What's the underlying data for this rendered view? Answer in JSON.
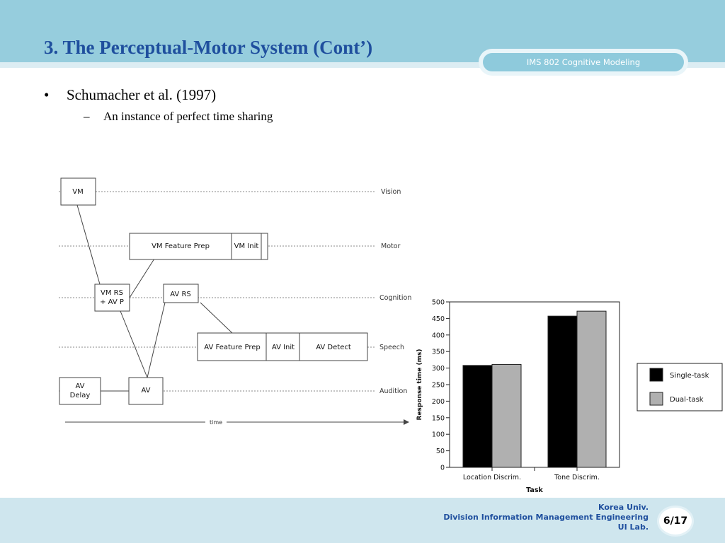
{
  "slide": {
    "title": "3. The Perceptual-Motor System (Cont’)",
    "course": "IMS 802 Cognitive Modeling",
    "bullet_glyph": "•",
    "bullet": "Schumacher et al. (1997)",
    "sub_glyph": "–",
    "sub_bullet": "An instance of perfect time sharing",
    "page_number": "6/17"
  },
  "footer": {
    "line1": "Korea Univ.",
    "line2": "Division Information Management Engineering",
    "line3": "UI Lab."
  },
  "diagram": {
    "lanes": [
      "Vision",
      "Motor",
      "Cognition",
      "Speech",
      "Audition"
    ],
    "time_label": "time",
    "boxes": {
      "vm": "VM",
      "vm_feature_prep": "VM Feature Prep",
      "vm_init": "VM Init",
      "vm_rs_line1": "VM RS",
      "vm_rs_line2": "+ AV P",
      "av_rs": "AV RS",
      "av_feature_prep": "AV Feature Prep",
      "av_init": "AV Init",
      "av_detect": "AV Detect",
      "av_delay_line1": "AV",
      "av_delay_line2": "Delay",
      "av": "AV"
    }
  },
  "chart_data": {
    "type": "bar",
    "categories": [
      "Location Discrim.",
      "Tone Discrim."
    ],
    "series": [
      {
        "name": "Single-task",
        "values": [
          308,
          457
        ],
        "color": "#000000"
      },
      {
        "name": "Dual-task",
        "values": [
          311,
          472
        ],
        "color": "#b0b0b0"
      }
    ],
    "xlabel": "Task",
    "ylabel": "Response time (ms)",
    "ylim": [
      0,
      500
    ],
    "yticks": [
      0,
      50,
      100,
      150,
      200,
      250,
      300,
      350,
      400,
      450,
      500
    ],
    "legend_position": "right",
    "grid": false
  }
}
